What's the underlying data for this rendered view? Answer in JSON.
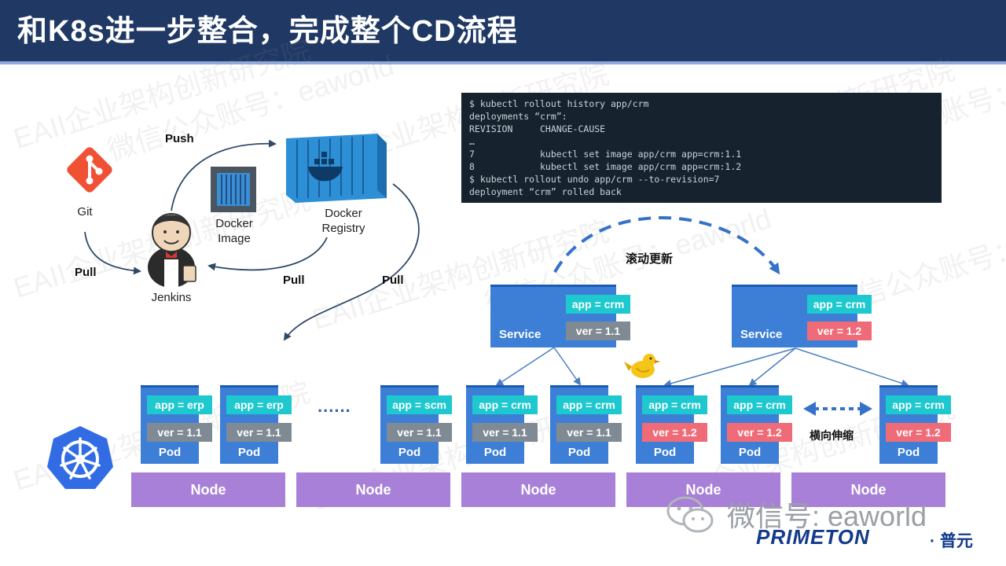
{
  "title": "和K8s进一步整合，完成整个CD流程",
  "watermark_lines": [
    "EAII企业架构创新研究院",
    "微信公众账号：eaworld"
  ],
  "terminal": {
    "lines": [
      "$ kubectl rollout history app/crm",
      "deployments “crm”:",
      "REVISION     CHANGE-CAUSE",
      "…",
      "7            kubectl set image app/crm app=crm:1.1",
      "8            kubectl set image app/crm app=crm:1.2",
      "$ kubectl rollout undo app/crm --to-revision=7",
      "deployment “crm” rolled back"
    ]
  },
  "pipeline": {
    "git_label": "Git",
    "jenkins_label": "Jenkins",
    "docker_image_label": [
      "Docker",
      "Image"
    ],
    "docker_registry_label": [
      "Docker",
      "Registry"
    ],
    "push_label": "Push",
    "pull_label_left": "Pull",
    "pull_label_middle": "Pull",
    "pull_label_right": "Pull"
  },
  "rolling_update_label": "滚动更新",
  "horizontal_scale_label": "横向伸缩",
  "ellipsis": "......",
  "services": [
    {
      "label": "Service",
      "app": "app = crm",
      "ver": "ver = 1.1",
      "status": "old"
    },
    {
      "label": "Service",
      "app": "app = crm",
      "ver": "ver = 1.2",
      "status": "new"
    }
  ],
  "pods": [
    {
      "label": "Pod",
      "app": "app = erp",
      "ver": "ver = 1.1",
      "status": "old"
    },
    {
      "label": "Pod",
      "app": "app = erp",
      "ver": "ver = 1.1",
      "status": "old"
    },
    {
      "label": "Pod",
      "app": "app = scm",
      "ver": "ver = 1.1",
      "status": "old"
    },
    {
      "label": "Pod",
      "app": "app = crm",
      "ver": "ver = 1.1",
      "status": "old"
    },
    {
      "label": "Pod",
      "app": "app = crm",
      "ver": "ver = 1.1",
      "status": "old"
    },
    {
      "label": "Pod",
      "app": "app = crm",
      "ver": "ver = 1.2",
      "status": "new"
    },
    {
      "label": "Pod",
      "app": "app = crm",
      "ver": "ver = 1.2",
      "status": "new"
    },
    {
      "label": "Pod",
      "app": "app = crm",
      "ver": "ver = 1.2",
      "status": "new"
    }
  ],
  "nodes": [
    {
      "label": "Node"
    },
    {
      "label": "Node"
    },
    {
      "label": "Node"
    },
    {
      "label": "Node"
    },
    {
      "label": "Node"
    }
  ],
  "footer": {
    "wechat_text": "微信号: eaworld",
    "brand": "PRIMETON",
    "brand_cn": "· 普元"
  },
  "colors": {
    "header_bg": "#1f3864",
    "pod_blue": "#3d7fd6",
    "app_tag": "#1ec8cf",
    "ver_old": "#808a94",
    "ver_new": "#f06b78",
    "node_purple": "#a880d8",
    "git_orange": "#f05033",
    "k8s_blue": "#326ce5"
  }
}
